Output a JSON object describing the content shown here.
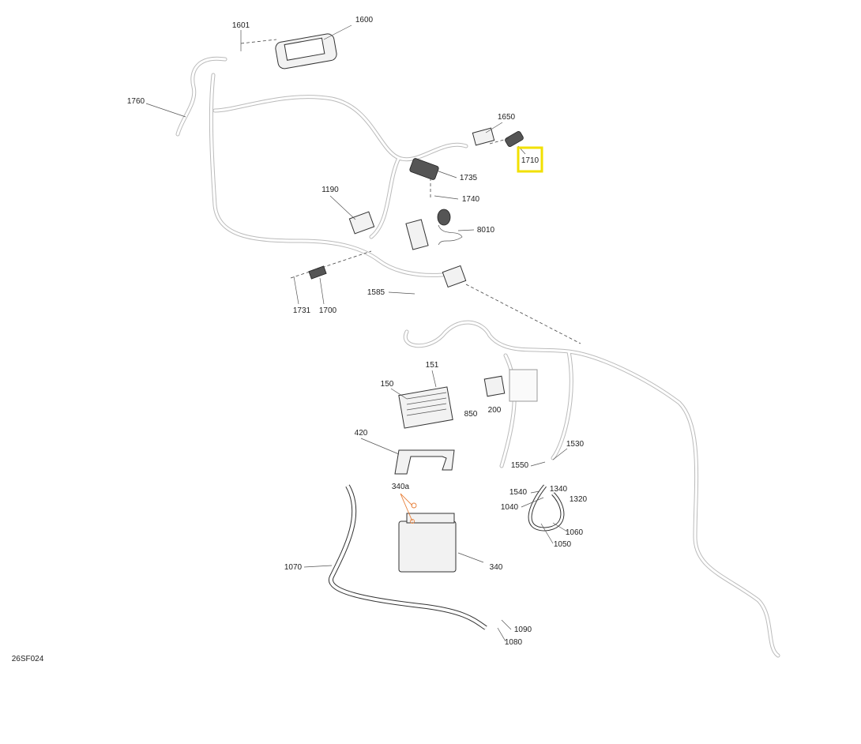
{
  "diagram": {
    "ref_code": "26SF024",
    "highlight_color": "#f2e000",
    "highlighted_part": "1710",
    "callouts": [
      "1601",
      "1600",
      "1760",
      "1650",
      "1710",
      "1735",
      "1740",
      "1190",
      "8010",
      "1585",
      "1731",
      "1700",
      "151",
      "150",
      "850",
      "200",
      "420",
      "1530",
      "1550",
      "340a",
      "1540",
      "1340",
      "1320",
      "1040",
      "1060",
      "1050",
      "1070",
      "340",
      "1090",
      "1080"
    ]
  }
}
